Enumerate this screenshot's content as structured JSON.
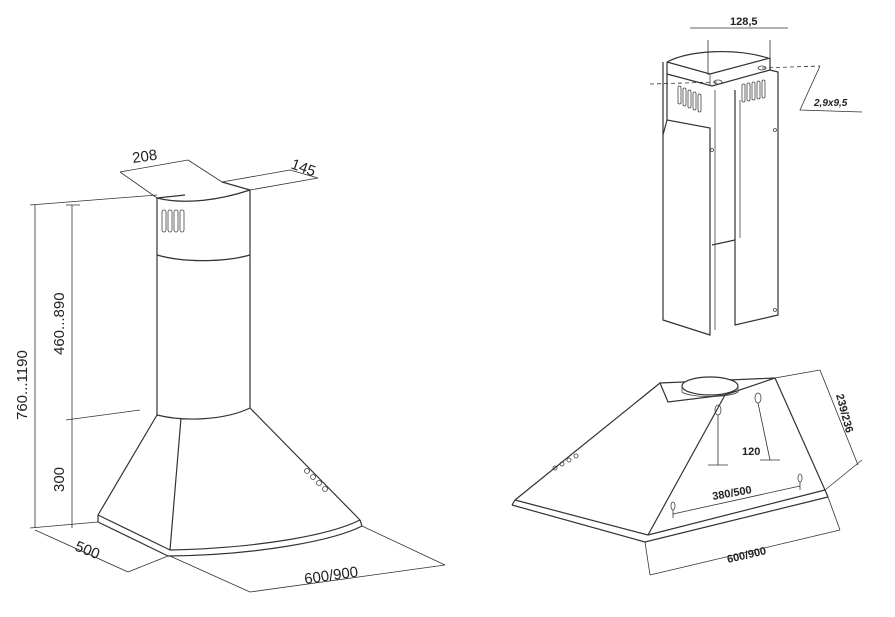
{
  "drawing_a": {
    "dim_chimney_width": "208",
    "dim_chimney_depth": "145",
    "dim_chimney_height": "460...890",
    "dim_total_height": "760...1190",
    "dim_body_height": "300",
    "dim_depth": "500",
    "dim_width": "600/900"
  },
  "drawing_b": {
    "dim_bracket": "128,5",
    "dim_slot": "2,9x9,5"
  },
  "drawing_c": {
    "dim_height": "239/236",
    "dim_hole_spacing": "120",
    "dim_mount_width": "380/500",
    "dim_width": "600/900"
  }
}
